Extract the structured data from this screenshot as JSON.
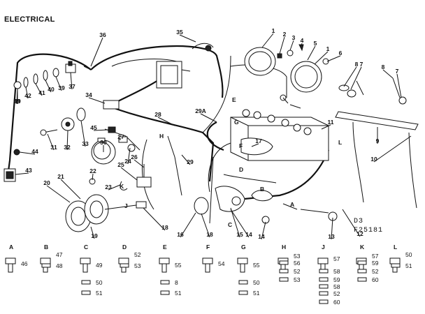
{
  "title": "ELECTRICAL",
  "code_line1": "D3",
  "code_line2": "F25181",
  "callouts": [
    "1",
    "2",
    "3",
    "4",
    "5",
    "1",
    "6",
    "7",
    "8",
    "8",
    "7",
    "9",
    "10",
    "11",
    "12",
    "13",
    "14",
    "14",
    "15",
    "16",
    "17",
    "18",
    "18",
    "19",
    "20",
    "21",
    "22",
    "23",
    "24",
    "25",
    "26",
    "27",
    "28",
    "29",
    "29A",
    "30",
    "31",
    "32",
    "33",
    "34",
    "35",
    "36",
    "37",
    "38",
    "39",
    "39",
    "40",
    "41",
    "42",
    "43",
    "44",
    "45"
  ],
  "legend": [
    {
      "letter": "A",
      "parts": [
        "46"
      ]
    },
    {
      "letter": "B",
      "parts": [
        "47",
        "48"
      ]
    },
    {
      "letter": "C",
      "parts": [
        "49",
        "50",
        "51"
      ]
    },
    {
      "letter": "D",
      "parts": [
        "52",
        "53"
      ]
    },
    {
      "letter": "E",
      "parts": [
        "55",
        "8",
        "51"
      ]
    },
    {
      "letter": "F",
      "parts": [
        "54"
      ]
    },
    {
      "letter": "G",
      "parts": [
        "55",
        "50",
        "51"
      ]
    },
    {
      "letter": "H",
      "parts": [
        "53",
        "56",
        "52",
        "53"
      ]
    },
    {
      "letter": "J",
      "parts": [
        "57",
        "58",
        "59",
        "58",
        "52",
        "60"
      ]
    },
    {
      "letter": "K",
      "parts": [
        "57",
        "59",
        "52",
        "60"
      ]
    },
    {
      "letter": "L",
      "parts": [
        "50",
        "51"
      ]
    }
  ],
  "letter_markers": [
    "A",
    "B",
    "C",
    "D",
    "E",
    "F",
    "G",
    "H",
    "J",
    "K",
    "L"
  ]
}
